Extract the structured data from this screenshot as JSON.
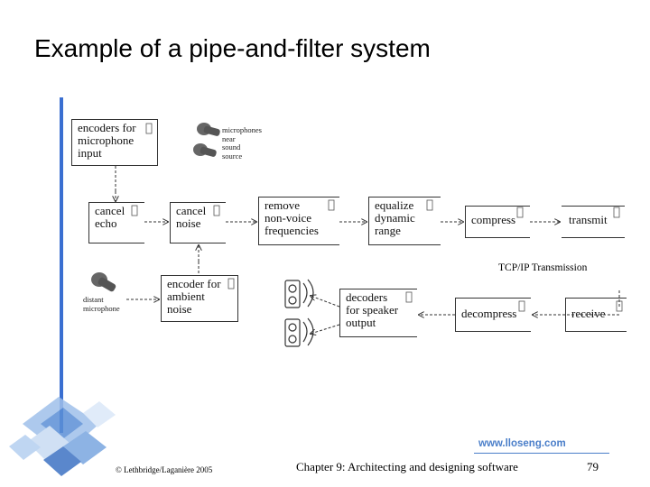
{
  "title": "Example of a pipe-and-filter system",
  "filters": {
    "encoders": "encoders for\nmicrophone\ninput",
    "cancel_echo": "cancel\necho",
    "cancel_noise": "cancel\nnoise",
    "remove": "remove\nnon-voice\nfrequencies",
    "equalize": "equalize\ndynamic\nrange",
    "compress": "compress",
    "transmit": "transmit",
    "encoder_ambient": "encoder for\nambient\nnoise",
    "decoders": "decoders\nfor speaker\noutput",
    "decompress": "decompress",
    "receive": "receive"
  },
  "labels": {
    "microphones": "microphones\nnear\nsound\nsource",
    "distant_microphone": "distant\nmicrophone",
    "tcp": "TCP/IP Transmission"
  },
  "footer": {
    "url": "www.lloseng.com",
    "copyright": "© Lethbridge/Laganière 2005",
    "chapter": "Chapter 9: Architecting and designing software",
    "page": "79"
  },
  "colors": {
    "accent_line": "#3a6fd1",
    "url_blue": "#4a7ec9"
  }
}
